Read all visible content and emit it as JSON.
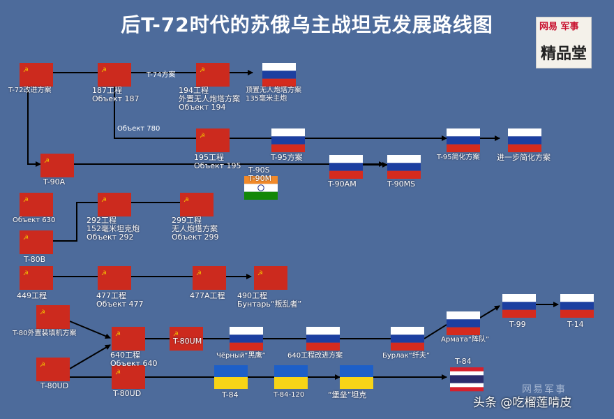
{
  "title": "后T-72时代的苏俄乌主战坦克发展路线图",
  "logo": {
    "top": "网易 军事",
    "bottom": "精品堂"
  },
  "watermark": "网易军事",
  "credit": "头条 @吃榴莲啃皮",
  "colors": {
    "background": "#4d6b9b",
    "soviet_red": "#cc2a1e",
    "star_gold": "#f2c200",
    "russia_white": "#ffffff",
    "russia_blue": "#1c3fa0",
    "russia_red": "#d52b1e",
    "ukraine_blue": "#1d5fc8",
    "ukraine_yellow": "#f7d417",
    "thailand_red": "#d6202c",
    "thailand_blue": "#2b2d6e",
    "india_saffron": "#f28a2a",
    "india_green": "#138808",
    "arrow": "#000000"
  },
  "nodes": [
    {
      "id": "t72",
      "flag": "ussr",
      "label": "T-72改进方案"
    },
    {
      "id": "o187",
      "flag": "ussr",
      "label": "187工程\nОбъект 187"
    },
    {
      "id": "o194",
      "flag": "ussr",
      "label": "194工程\n外置无人炮塔方案\nОбъект 194"
    },
    {
      "id": "r194",
      "flag": "russia",
      "label": "顶置无人炮塔方案\n135毫米主炮"
    },
    {
      "id": "o195",
      "flag": "ussr",
      "label": "195工程\nОбъект 195"
    },
    {
      "id": "t95",
      "flag": "russia",
      "label": "T-95方案"
    },
    {
      "id": "r195a",
      "flag": "russia",
      "label": "T-95简化方案"
    },
    {
      "id": "r195b",
      "flag": "russia",
      "label": "进一步简化方案"
    },
    {
      "id": "t90a",
      "flag": "ussr",
      "label": "T-90A"
    },
    {
      "id": "t90ms",
      "flag": "india",
      "label": "T-90S\nT-90M"
    },
    {
      "id": "t90am",
      "flag": "russia",
      "label": "T-90AM"
    },
    {
      "id": "t90ms2",
      "flag": "russia",
      "label": "T-90MS"
    },
    {
      "id": "o630",
      "flag": "ussr",
      "label": "Объект 630"
    },
    {
      "id": "t80b",
      "flag": "ussr",
      "label": "T-80B"
    },
    {
      "id": "o292",
      "flag": "ussr",
      "label": "292工程\n152毫米坦克炮\nОбъект 292"
    },
    {
      "id": "o299",
      "flag": "ussr",
      "label": "299工程\n无人炮塔方案\nОбъект 299"
    },
    {
      "id": "o449",
      "flag": "ussr",
      "label": "449工程"
    },
    {
      "id": "o477",
      "flag": "ussr",
      "label": "477工程\nОбъект 477"
    },
    {
      "id": "o477a",
      "flag": "ussr",
      "label": "477A工程"
    },
    {
      "id": "o490",
      "flag": "ussr",
      "label": "490工程\nБунтарь“叛乱者”"
    },
    {
      "id": "t80ext",
      "flag": "ussr",
      "label": "T-80外置装填机方案"
    },
    {
      "id": "o640",
      "flag": "ussr",
      "label": "640工程\nОбъект 640"
    },
    {
      "id": "t80um",
      "flag": "ussr",
      "label": "T-80UM"
    },
    {
      "id": "bb",
      "flag": "russia",
      "label": "Чёрный“黑鹰”"
    },
    {
      "id": "o640m",
      "flag": "russia",
      "label": "640工程改进方案"
    },
    {
      "id": "burlak",
      "flag": "russia",
      "label": "Бурлак“纤夫”"
    },
    {
      "id": "armata",
      "flag": "russia",
      "label": "Армата“阵队”"
    },
    {
      "id": "t99",
      "flag": "russia",
      "label": "T-99"
    },
    {
      "id": "t14",
      "flag": "russia",
      "label": "T-14"
    },
    {
      "id": "t80ud_src",
      "flag": "ussr",
      "label": "T-80UD"
    },
    {
      "id": "t80ud",
      "flag": "ussr",
      "label": "T-80UD"
    },
    {
      "id": "t84",
      "flag": "ukraine",
      "label": "T-84"
    },
    {
      "id": "t84120",
      "flag": "ukraine",
      "label": "T-84-120"
    },
    {
      "id": "oplot",
      "flag": "ukraine",
      "label": "“堡垒”坦克"
    },
    {
      "id": "thai",
      "flag": "thailand",
      "label": "T-84"
    }
  ],
  "edges": [
    {
      "label": "T-74方案"
    },
    {
      "label": "Объект 780"
    }
  ]
}
